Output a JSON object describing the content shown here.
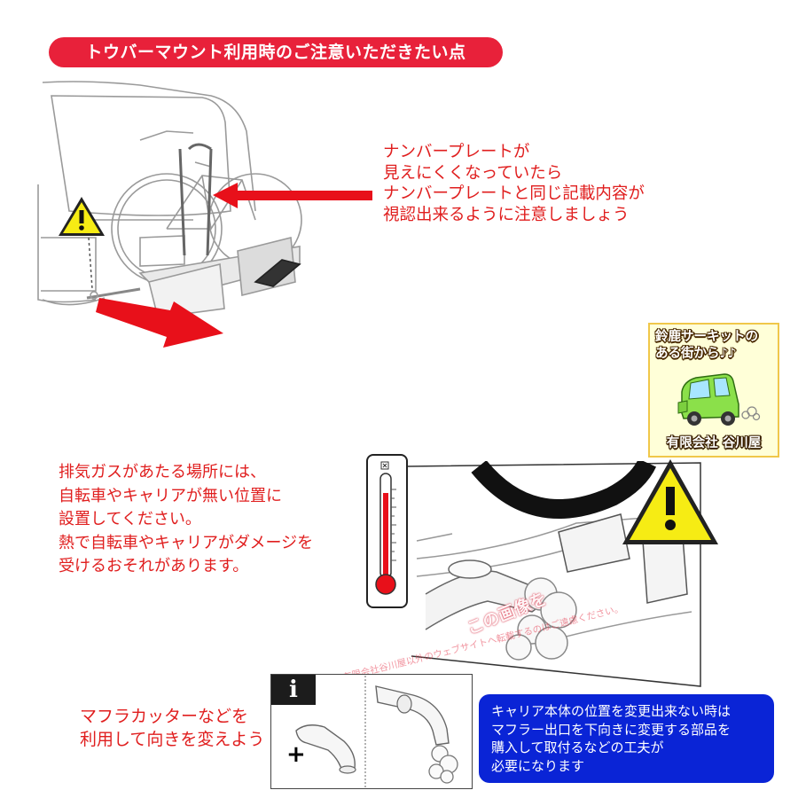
{
  "header": {
    "title": "トウバーマウント利用時のご注意いただきたい点"
  },
  "license_plate_note": {
    "lines": [
      "ナンバープレートが",
      "見えにくくなっていたら",
      "ナンバープレートと同じ記載内容が",
      "視認出来るように注意しましょう"
    ]
  },
  "exhaust_note": {
    "lines": [
      "排気ガスがあたる場所には、",
      "自転車やキャリアが無い位置に",
      "設置してください。",
      "熱で自転車やキャリアがダメージを",
      "受けるおそれがあります。"
    ]
  },
  "muffler_note": {
    "lines": [
      "マフラカッターなどを",
      "利用して向きを変えよう"
    ]
  },
  "carrier_note": {
    "lines": [
      "キャリア本体の位置を変更出来ない時は",
      "マフラー出口を下向きに変更する部品を",
      "購入して取付るなどの工夫が",
      "必要になります"
    ]
  },
  "shop_badge": {
    "title_lines": [
      "鈴鹿サーキットの",
      "ある街から♪♪"
    ],
    "name": "有限会社 谷川屋"
  },
  "watermark": {
    "large": "この画像を",
    "small": "有限会社谷川屋以外のウェブサイトへ転載するのはご遠慮ください。"
  },
  "info_icon": "i",
  "plus_symbol": "+",
  "colors": {
    "banner": "#e8213a",
    "red_text": "#e01e1e",
    "blue_box": "#0a24d6",
    "warning_yellow": "#f6ec14",
    "arrow_red": "#e8101a"
  },
  "icons": [
    "warning-sign-icon",
    "thermometer-icon",
    "info-icon",
    "car-icon"
  ]
}
